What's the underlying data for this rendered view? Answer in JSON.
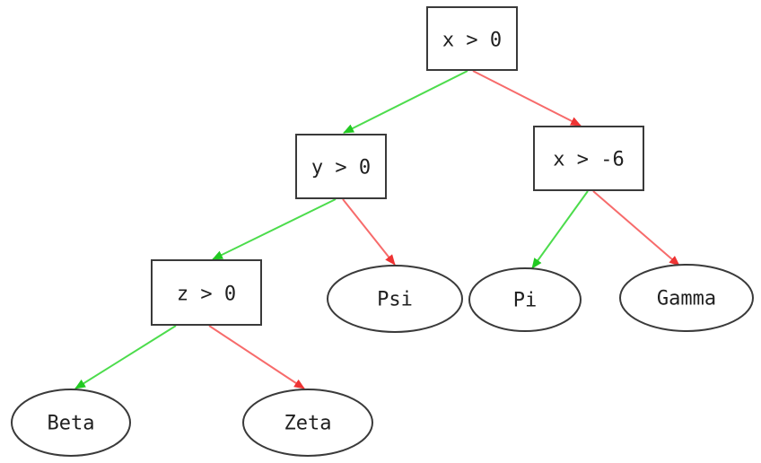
{
  "diagram": {
    "type": "decision-tree",
    "background_color": "#ffffff",
    "node_border_color": "#3a3a3a",
    "node_fill_color": "#ffffff",
    "text_color": "#1f1f1f",
    "edge_colors": {
      "green": "#4cdc4c",
      "red": "#f76b6b",
      "green_arrowhead": "#22c922",
      "red_arrowhead": "#ee3333"
    },
    "nodes": {
      "root": {
        "label": "x > 0",
        "shape": "box"
      },
      "y0": {
        "label": "y > 0",
        "shape": "box"
      },
      "xm6": {
        "label": "x > -6",
        "shape": "box"
      },
      "z0": {
        "label": "z > 0",
        "shape": "box"
      },
      "psi": {
        "label": "Psi",
        "shape": "ellipse"
      },
      "pi": {
        "label": "Pi",
        "shape": "ellipse"
      },
      "gamma": {
        "label": "Gamma",
        "shape": "ellipse"
      },
      "beta": {
        "label": "Beta",
        "shape": "ellipse"
      },
      "zeta": {
        "label": "Zeta",
        "shape": "ellipse"
      }
    },
    "edges": [
      {
        "from": "x > 0",
        "to": "y > 0",
        "color": "green"
      },
      {
        "from": "x > 0",
        "to": "x > -6",
        "color": "red"
      },
      {
        "from": "y > 0",
        "to": "z > 0",
        "color": "green"
      },
      {
        "from": "y > 0",
        "to": "Psi",
        "color": "red"
      },
      {
        "from": "x > -6",
        "to": "Pi",
        "color": "green"
      },
      {
        "from": "x > -6",
        "to": "Gamma",
        "color": "red"
      },
      {
        "from": "z > 0",
        "to": "Beta",
        "color": "green"
      },
      {
        "from": "z > 0",
        "to": "Zeta",
        "color": "red"
      }
    ]
  }
}
